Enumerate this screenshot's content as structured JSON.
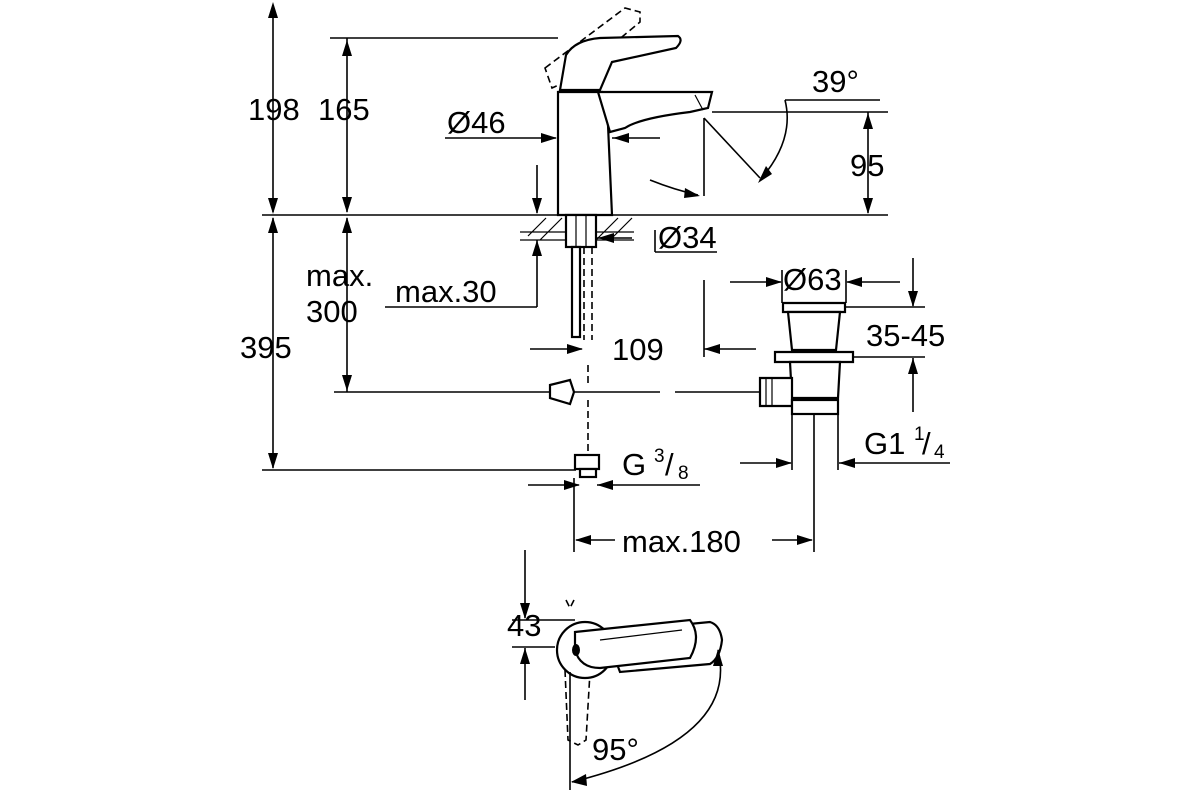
{
  "dimensions": {
    "total_height": "198",
    "spout_height": "165",
    "body_diameter": "Ø46",
    "spout_angle": "39°",
    "spout_outlet_height": "95",
    "hole_diameter": "Ø34",
    "max_label": "max.",
    "max_hose_length": "300",
    "max_deck_thickness": "max.30",
    "projection": "109",
    "waste_diameter": "Ø63",
    "waste_range": "35-45",
    "below_deck": "395",
    "connection_thread": {
      "base": "G",
      "num": "3",
      "den": "8"
    },
    "waste_thread": {
      "base": "G1",
      "num": "1",
      "den": "4"
    },
    "max_offset": "max.180",
    "lever_height": "43",
    "lever_rotation": "95°"
  }
}
